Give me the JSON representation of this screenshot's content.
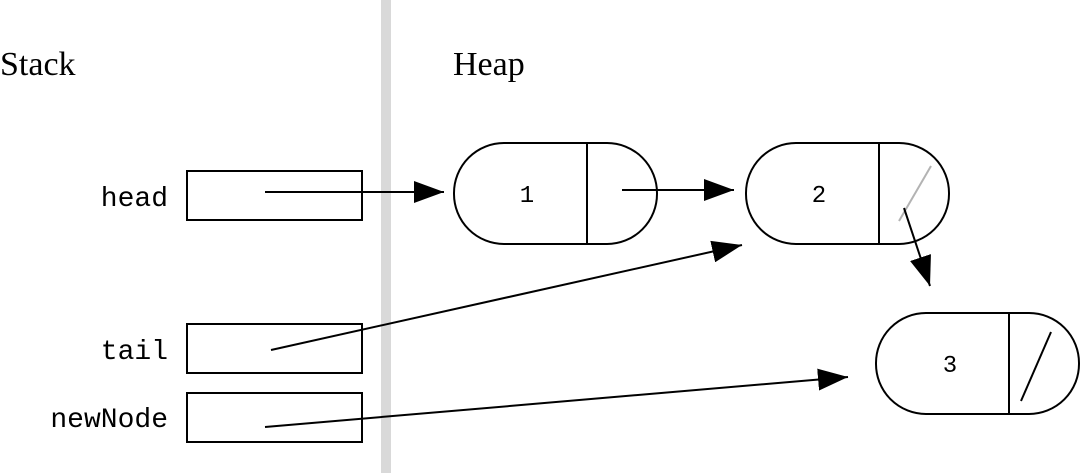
{
  "stack": {
    "title": "Stack",
    "variables": [
      {
        "id": "head",
        "label": "head"
      },
      {
        "id": "tail",
        "label": "tail"
      },
      {
        "id": "newNode",
        "label": "newNode"
      }
    ]
  },
  "heap": {
    "title": "Heap",
    "nodes": [
      {
        "id": "node1",
        "value": "1",
        "next": "node2"
      },
      {
        "id": "node2",
        "value": "2",
        "next": "node3",
        "former_next": "null"
      },
      {
        "id": "node3",
        "value": "3",
        "next": "null"
      }
    ]
  },
  "pointers": [
    {
      "from": "head",
      "to": "node1"
    },
    {
      "from": "node1",
      "to": "node2"
    },
    {
      "from": "node2",
      "to": "node3"
    },
    {
      "from": "tail",
      "to": "node2"
    },
    {
      "from": "newNode",
      "to": "node3"
    }
  ],
  "colors": {
    "separator": "#d9d9d9",
    "faded_null": "#b3b3b3"
  }
}
